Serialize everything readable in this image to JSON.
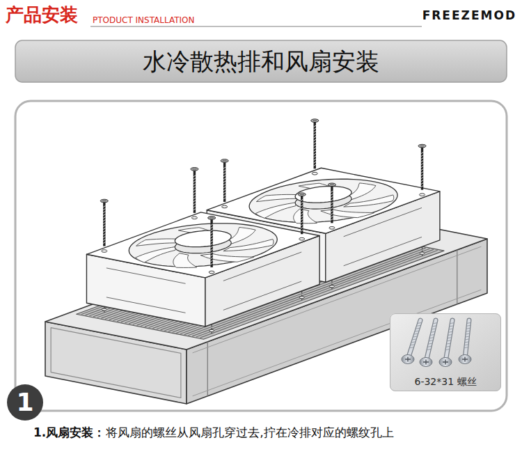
{
  "diagram": {
    "title": "水冷散热排和风扇安装",
    "nodes": [
      {
        "text": [
          "6-32*31 螺丝"
        ]
      },
      {
        "text": [
          "1"
        ]
      }
    ],
    "labels": [
      "产品安装",
      "PTODUCT INSTALLATION",
      "FREEZEMOD",
      "1.风扇安装：",
      "将风扇的螺丝从风扇孔穿过去,拧在冷排对应的螺纹孔上"
    ]
  }
}
